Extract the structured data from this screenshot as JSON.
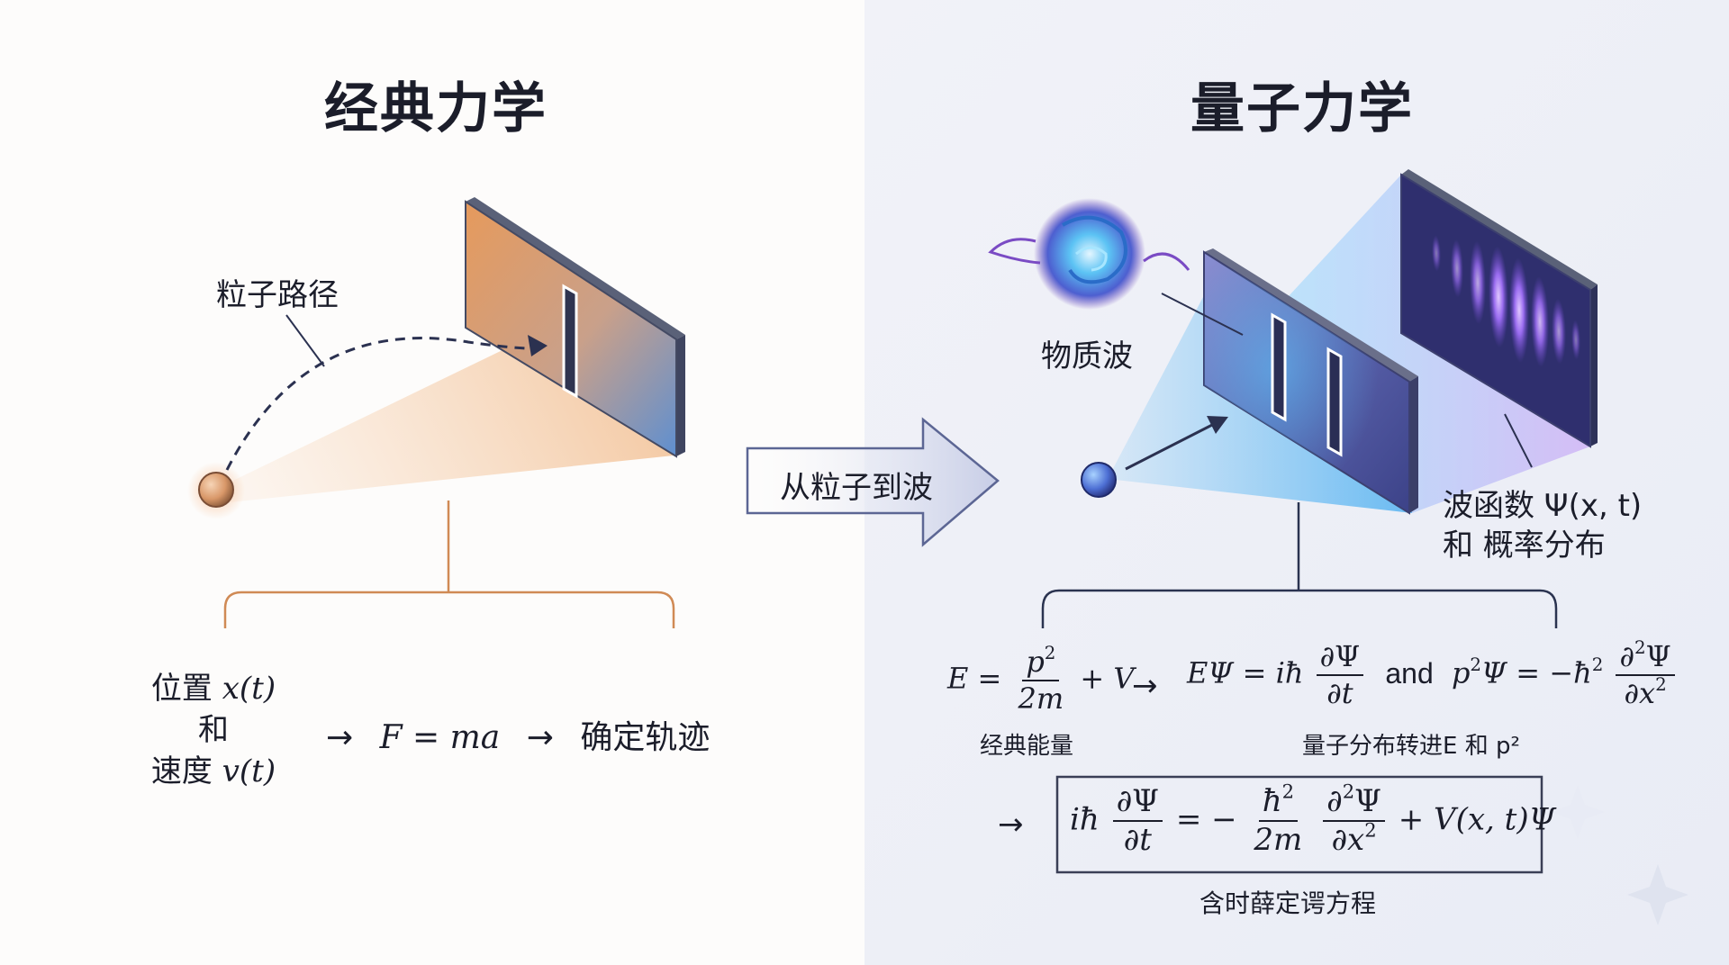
{
  "left": {
    "title": "经典力学",
    "particle_path_label": "粒子路径",
    "position_label": "位置",
    "position_var": "x(t)",
    "and_label": "和",
    "velocity_label": "速度",
    "velocity_var": "v(t)",
    "arrow": "→",
    "newton_law": "F = ma",
    "result_label": "确定轨迹"
  },
  "transition": {
    "label": "从粒子到波"
  },
  "right": {
    "title": "量子力学",
    "matter_wave_label": "物质波",
    "wavefunction_label_line1": "波函数 Ψ(x, t)",
    "wavefunction_label_line2": "和 概率分布",
    "eq1": {
      "E": "E",
      "eq": "=",
      "p2": "p",
      "two_m": "2m",
      "plus_V": "+ V"
    },
    "eq1_caption": "经典能量",
    "eq2": {
      "lhs": "EΨ = iħ",
      "dpsi": "∂Ψ",
      "dt": "∂t",
      "and": "and",
      "p2psi": "p",
      "rhs": "Ψ = −ħ",
      "d2psi": "∂",
      "dx2": "∂x"
    },
    "eq2_caption": "量子分布转进E 和 p²",
    "schrodinger": {
      "ih": "iħ",
      "dpsi": "∂Ψ",
      "dt": "∂t",
      "minus": "= −",
      "hbar2": "ħ",
      "two_m": "2m",
      "d2psi": "∂",
      "dx2": "∂x",
      "tail": "+ V(x, t)Ψ"
    },
    "schrodinger_caption": "含时薛定谔方程"
  },
  "colors": {
    "left_bg": "#fdfcfb",
    "right_bg": "#eef0f7",
    "orange": "#d08a55",
    "navy": "#2a3350",
    "wave_blue": "#4aa8ec",
    "purple": "#8a5bd6"
  }
}
